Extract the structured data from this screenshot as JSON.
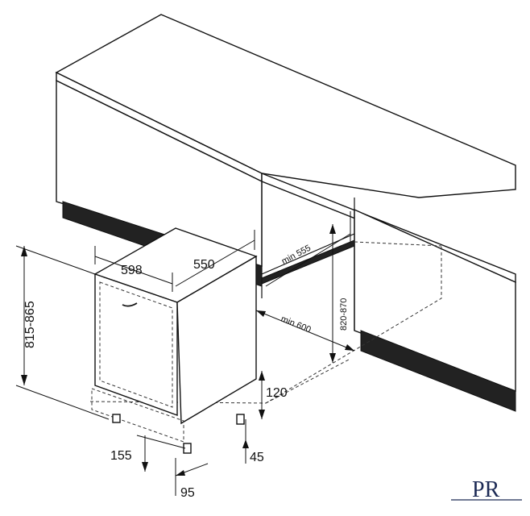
{
  "dimensions": {
    "width": "598",
    "depth": "550",
    "height": "815-865",
    "min_depth_niche": "min 555",
    "min_width_niche": "min 600",
    "niche_height": "820-870",
    "plinth_height": "120",
    "foot_offset": "155",
    "foot_to_front": "95",
    "foot_side": "45"
  },
  "logo": {
    "letters": "PR"
  }
}
